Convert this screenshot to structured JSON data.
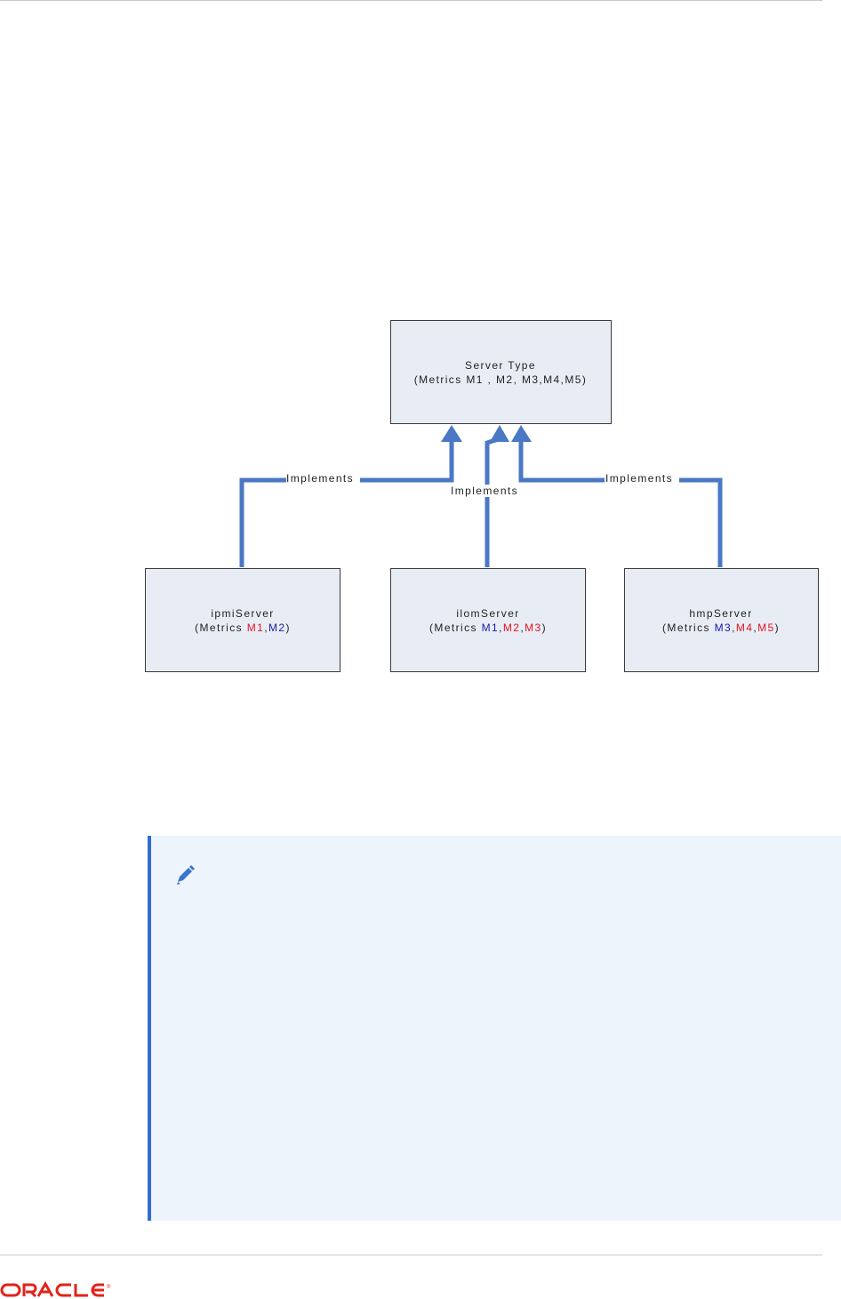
{
  "diagram": {
    "top_box": {
      "title": "Server Type",
      "metrics": "(Metrics M1 , M2, M3,M4,M5)"
    },
    "connectors": {
      "left_label": "Implements",
      "center_label": "Implements",
      "right_label": "Implements"
    },
    "boxes": [
      {
        "name": "ipmiServer",
        "metrics_prefix": "(Metrics ",
        "metrics": [
          {
            "text": "M1",
            "color": "#e8111c"
          },
          {
            "text": ",",
            "color": "#222222"
          },
          {
            "text": "M2",
            "color": "#1a1aa8"
          }
        ],
        "metrics_suffix": ")"
      },
      {
        "name": "ilomServer",
        "metrics_prefix": "(Metrics ",
        "metrics": [
          {
            "text": "M1",
            "color": "#1a1aa8"
          },
          {
            "text": ",",
            "color": "#222222"
          },
          {
            "text": "M2",
            "color": "#e8111c"
          },
          {
            "text": ",",
            "color": "#222222"
          },
          {
            "text": "M3",
            "color": "#e8111c"
          }
        ],
        "metrics_suffix": ")"
      },
      {
        "name": "hmpServer",
        "metrics_prefix": "(Metrics ",
        "metrics": [
          {
            "text": "M3",
            "color": "#1a1aa8"
          },
          {
            "text": ",",
            "color": "#222222"
          },
          {
            "text": "M4",
            "color": "#e8111c"
          },
          {
            "text": ",",
            "color": "#222222"
          },
          {
            "text": "M5",
            "color": "#e8111c"
          }
        ],
        "metrics_suffix": ")"
      }
    ],
    "colors": {
      "box_fill": "#e8edf5",
      "box_stroke": "#3a3a3a",
      "arrow": "#4a78c4"
    }
  },
  "note": {
    "icon": "pencil-icon"
  },
  "footer": {
    "logo": "ORACLE"
  }
}
